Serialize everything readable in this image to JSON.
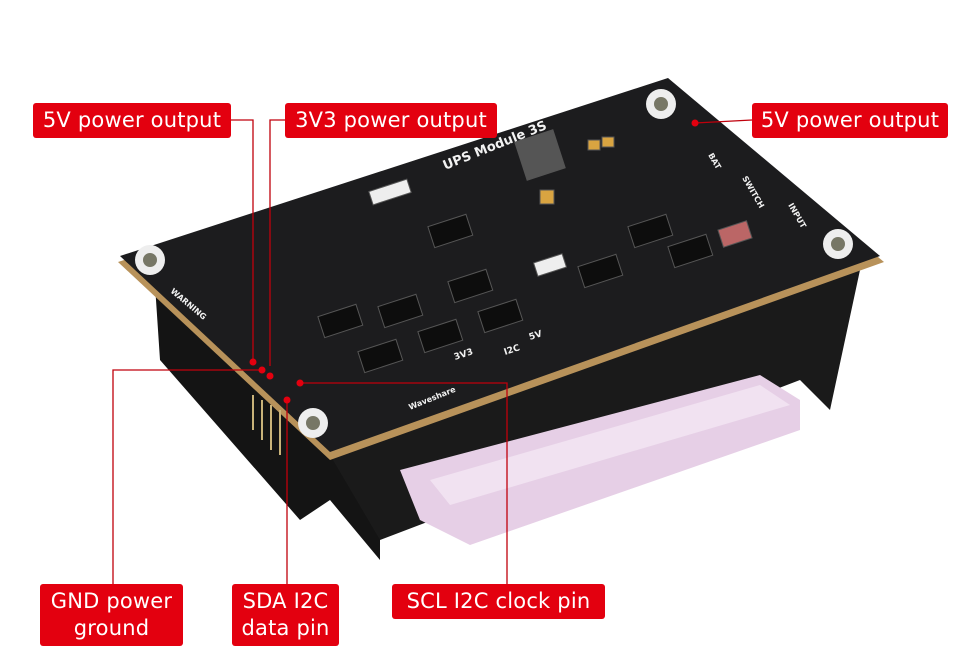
{
  "callouts": {
    "top_left_5v": "5V power output",
    "top_3v3": "3V3 power output",
    "top_right_5v": "5V power output",
    "gnd_line1": "GND power",
    "gnd_line2": "ground",
    "sda_line1": "SDA I2C",
    "sda_line2": "data pin",
    "scl": "SCL I2C clock pin"
  },
  "board_silkscreen": {
    "title": "UPS Module 3S",
    "warning": "WARNING",
    "label_3v3": "3V3",
    "label_i2c": "I2C",
    "label_5v": "5V",
    "brand": "Waveshare",
    "bat": "BAT",
    "switch": "SWITCH",
    "input": "INPUT"
  },
  "colors": {
    "callout_bg": "#e3000f",
    "leader_line": "#c0000c",
    "pcb": "#1c1c1e",
    "battery": "#e6cfe6"
  }
}
